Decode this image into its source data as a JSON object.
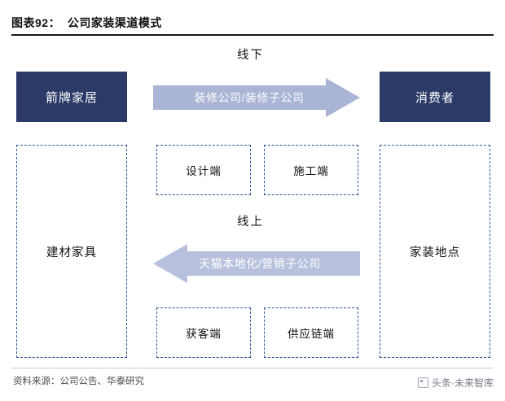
{
  "header": {
    "figure_label": "图表92：",
    "title": "公司家装渠道模式"
  },
  "footer": {
    "source": "资料来源：公司公告、华泰研究",
    "watermark": "头条·未来智库"
  },
  "diagram": {
    "left_top_box": "箭牌家居",
    "right_top_box": "消费者",
    "left_bottom_box": "建材家具",
    "right_bottom_box": "家装地点",
    "offline": {
      "heading": "线下",
      "arrow_label": "装修公司/装修子公司",
      "sub_boxes": [
        "设计端",
        "施工端"
      ]
    },
    "online": {
      "heading": "线上",
      "arrow_label": "天猫本地化/营销子公司",
      "sub_boxes": [
        "获客端",
        "供应链端"
      ]
    }
  },
  "colors": {
    "dark_box": "#2b3a67",
    "dashed_border": "#2f5597",
    "arrow_offline": "#aab4d4",
    "arrow_online": "#b7c0dd",
    "rule": "#1a1a1a"
  }
}
